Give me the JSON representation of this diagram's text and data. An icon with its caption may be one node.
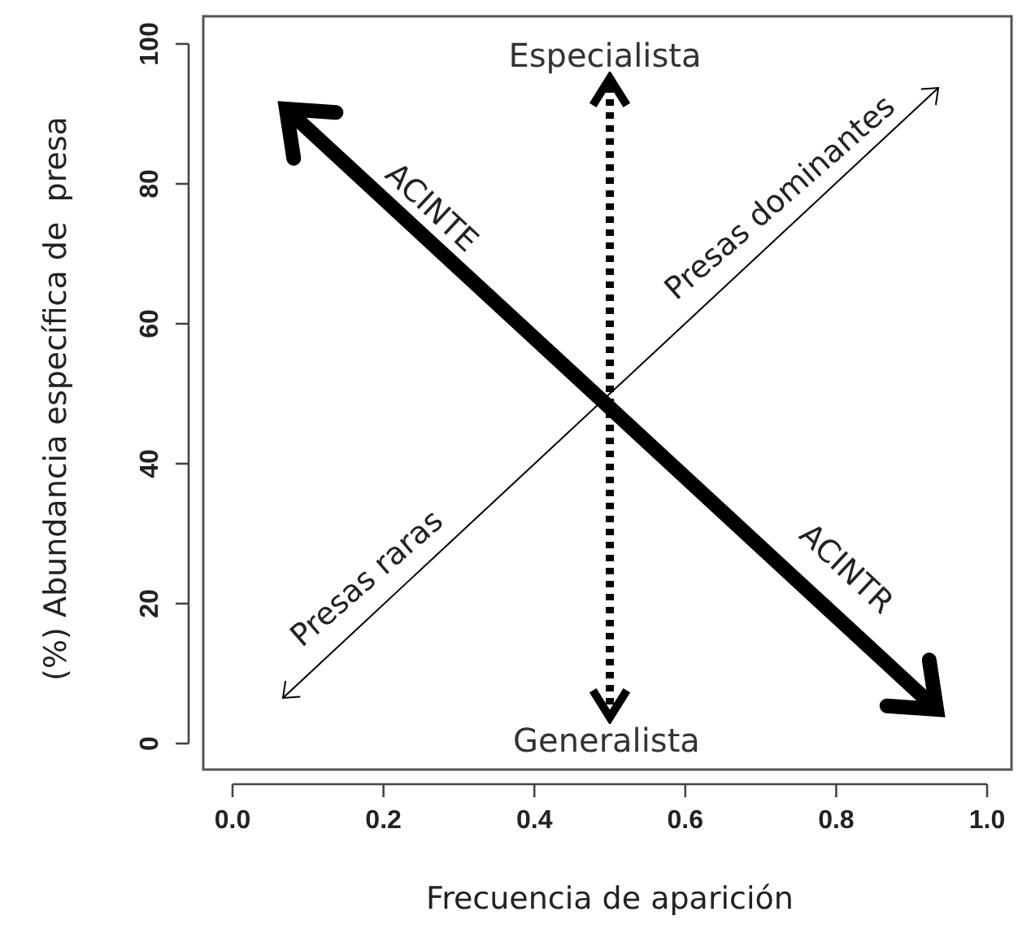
{
  "diagram": {
    "nodes": [
      {
        "text": [
          "Especialista"
        ]
      },
      {
        "text": [
          "Generalista"
        ]
      }
    ],
    "edges": [
      {
        "from": 1,
        "to": 0,
        "arrow": "both",
        "style": "dashed"
      }
    ],
    "labels": [
      "ACINTE",
      "Presas dominantes",
      "Presas raras",
      "ACINTR",
      "100",
      "80",
      "60",
      "40",
      "20",
      "0",
      "0.0",
      "0.2",
      "0.4",
      "0.6",
      "0.8",
      "1.0",
      "(%) Abundancia específica de  presa",
      "Frecuencia de aparición"
    ]
  }
}
